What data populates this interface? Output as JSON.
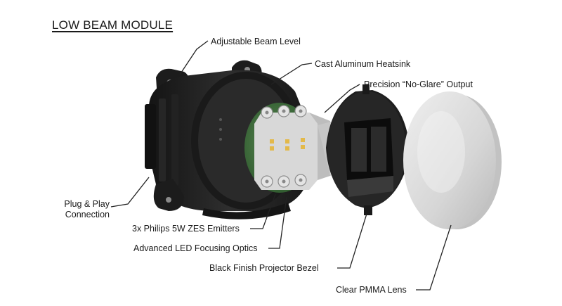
{
  "title": "LOW BEAM MODULE",
  "callouts": {
    "beam_level": "Adjustable Beam Level",
    "heatsink": "Cast Aluminum Heatsink",
    "output": "Precision “No-Glare” Output",
    "plug_line1": "Plug & Play",
    "plug_line2": "Connection",
    "emitters": "3x Philips 5W ZES Emitters",
    "optics": "Advanced LED Focusing Optics",
    "bezel": "Black Finish Projector Bezel",
    "lens": "Clear PMMA Lens"
  },
  "colors": {
    "housing": "#1e1e1e",
    "pcb": "#3d6b3a",
    "lens": "#d9d9d9",
    "led": "#e3b94a",
    "leader": "#222222"
  }
}
